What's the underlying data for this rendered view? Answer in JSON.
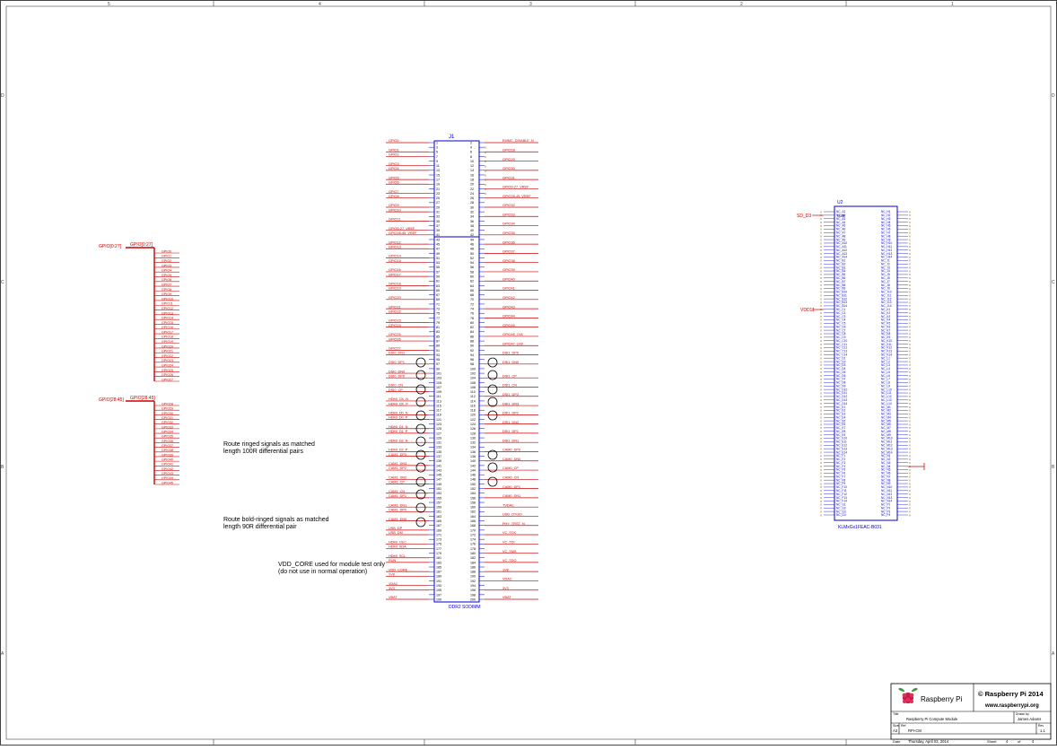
{
  "border": {
    "columns": [
      "5",
      "4",
      "3",
      "2",
      "1"
    ],
    "rows": [
      "D",
      "C",
      "B",
      "A"
    ]
  },
  "notes": {
    "ringed_line1": "Route ringed signals as matched",
    "ringed_line2": "length 100R differential pairs",
    "bold_line1": "Route bold-ringed signals as matched",
    "bold_line2": "length 90R differential pair",
    "vdd_line1": "VDD_CORE used for module test only",
    "vdd_line2": "(do not use in normal operation)"
  },
  "j1": {
    "ref": "J1",
    "part": "DDR2 SODIMM",
    "left_nets": [
      "GPIO0",
      "GPIO1",
      "GPIO2",
      "GPIO3",
      "GPIO4",
      "GPIO5",
      "GPIO6",
      "GPIO7",
      "GPIO8",
      "GPIO9",
      "GPIO10",
      "GPIO11",
      "GPIO0-27_VREF",
      "GPIO28-45_VREF",
      "GPIO12",
      "GPIO13",
      "GPIO14",
      "GPIO15",
      "GPIO16",
      "GPIO17",
      "GPIO18",
      "GPIO19",
      "GPIO20",
      "GPIO21",
      "GPIO22",
      "GPIO23",
      "GPIO24",
      "GPIO25",
      "GPIO26",
      "GPIO27",
      "DSI0_DN1",
      "DSI0_DP1",
      "DSI0_DN0",
      "DSI0_DP0",
      "DSI0_CN",
      "DSI0_CP",
      "HDMI_CK_N",
      "HDMI_CK_P",
      "HDMI_D0_N",
      "HDMI_D0_P",
      "HDMI_D1_N",
      "HDMI_D1_P",
      "HDMI_D2_N",
      "HDMI_D2_P",
      "CAM1_DP3",
      "CAM1_DN3",
      "CAM1_DP2",
      "CAM1_DN2",
      "CAM1_CP",
      "CAM1_CN",
      "CAM1_DP1",
      "CAM1_DN1",
      "CAM1_DP0",
      "CAM1_DN0",
      "USB_DP",
      "USB_DM",
      "HDMI_CEC",
      "HDMI_SDA",
      "HDMI_SCL",
      "RUN",
      "VDD_CORE",
      "1V8",
      "VDAC",
      "3V3",
      "VBAT"
    ],
    "right_nets": [
      "EMMC_DISABLE_N",
      "GPIO28",
      "GPIO29",
      "GPIO30",
      "GPIO31",
      "GPIO0-27_VREF",
      "GPIO28-45_VREF",
      "GPIO32",
      "GPIO33",
      "GPIO34",
      "GPIO35",
      "GPIO36",
      "GPIO37",
      "GPIO38",
      "GPIO39",
      "GPIO40",
      "GPIO41",
      "GPIO42",
      "GPIO43",
      "GPIO44",
      "GPIO45",
      "GPIO46_1V8",
      "GPIO47_1V8",
      "DSI1_DP0",
      "DSI1_DN0",
      "DSI1_CP",
      "DSI1_CN",
      "DSI1_DP3",
      "DSI1_DN3",
      "DSI1_DP2",
      "DSI1_DN2",
      "DSI1_DP1",
      "DSI1_DN1",
      "CAM0_DP0",
      "CAM0_DN0",
      "CAM0_CP",
      "CAM0_CN",
      "CAM0_DP1",
      "CAM0_DN1",
      "TVDAC",
      "USB_OTGID",
      "PHY_TRST_N",
      "VC_TCK",
      "VC_TDI",
      "VC_TMS",
      "VC_TDO",
      "1V8",
      "VDAC",
      "3V3",
      "VBAT"
    ]
  },
  "bus1": {
    "name": "GPIO[0:27]",
    "entry": "GPIO[0:27]",
    "taps": [
      "GPIO0",
      "GPIO1",
      "GPIO2",
      "GPIO3",
      "GPIO4",
      "GPIO5",
      "GPIO6",
      "GPIO7",
      "GPIO8",
      "GPIO9",
      "GPIO10",
      "GPIO11",
      "GPIO12",
      "GPIO13",
      "GPIO14",
      "GPIO15",
      "GPIO16",
      "GPIO17",
      "GPIO18",
      "GPIO19",
      "GPIO20",
      "GPIO21",
      "GPIO22",
      "GPIO23",
      "GPIO24",
      "GPIO25",
      "GPIO26",
      "GPIO27"
    ]
  },
  "bus2": {
    "name": "GPIO[28:45]",
    "entry": "GPIO[28:45]",
    "taps": [
      "GPIO28",
      "GPIO29",
      "GPIO30",
      "GPIO31",
      "GPIO32",
      "GPIO33",
      "GPIO34",
      "GPIO35",
      "GPIO36",
      "GPIO37",
      "GPIO38",
      "GPIO39",
      "GPIO40",
      "GPIO41",
      "GPIO42",
      "GPIO43",
      "GPIO44",
      "GPIO45"
    ]
  },
  "u2": {
    "ref": "U2",
    "part": "KLMxGx1FEAC-B031",
    "sub": "U2B",
    "left_pins": [
      "NC_A1",
      "NC_A2",
      "NC_A3",
      "NC_A4",
      "NC_A5",
      "NC_A6",
      "NC_A7",
      "NC_A8",
      "NC_A9",
      "NC_A10",
      "NC_A11",
      "NC_A12",
      "NC_A13",
      "NC_A14",
      "NC_B1",
      "NC_B2",
      "NC_B3",
      "NC_B4",
      "NC_B5",
      "NC_B6",
      "NC_B7",
      "NC_B8",
      "NC_B9",
      "NC_B10",
      "NC_B11",
      "NC_B12",
      "NC_B13",
      "NC_B14",
      "NC_C1",
      "NC_C2",
      "NC_C3",
      "NC_C4",
      "NC_C5",
      "NC_C6",
      "NC_C7",
      "NC_C8",
      "NC_C9",
      "NC_C10",
      "NC_C11",
      "NC_C12",
      "NC_C13",
      "NC_C14",
      "NC_D1",
      "NC_D2",
      "NC_D3",
      "NC_D4",
      "NC_D5",
      "NC_D6",
      "NC_D7",
      "NC_D8",
      "NC_D9",
      "NC_D10",
      "NC_D11",
      "NC_D12",
      "NC_D13",
      "NC_D14",
      "NC_E1",
      "NC_E2",
      "NC_E3",
      "NC_E4",
      "NC_E5",
      "NC_E6",
      "NC_E7",
      "NC_E8",
      "NC_E9",
      "NC_E10",
      "NC_E11",
      "NC_E12",
      "NC_E13",
      "NC_E14",
      "NC_F1",
      "NC_F2",
      "NC_F3",
      "NC_F4",
      "NC_F5",
      "NC_F6",
      "NC_F7",
      "NC_F8",
      "NC_F9",
      "NC_F10",
      "NC_F11",
      "NC_F12",
      "NC_F13",
      "NC_F14",
      "NC_G1",
      "NC_G2",
      "NC_G3",
      "NC_G4"
    ],
    "right_pins": [
      "NC_H1",
      "NC_H2",
      "NC_H3",
      "NC_H4",
      "NC_H5",
      "NC_H6",
      "NC_H7",
      "NC_H8",
      "NC_H9",
      "NC_H10",
      "NC_H11",
      "NC_H12",
      "NC_H13",
      "NC_H14",
      "NC_J1",
      "NC_J2",
      "NC_J3",
      "NC_J4",
      "NC_J5",
      "NC_J6",
      "NC_J7",
      "NC_J8",
      "NC_J9",
      "NC_J10",
      "NC_J11",
      "NC_J12",
      "NC_J13",
      "NC_J14",
      "NC_K1",
      "NC_K2",
      "NC_K3",
      "NC_K4",
      "NC_K5",
      "NC_K6",
      "NC_K7",
      "NC_K8",
      "NC_K9",
      "NC_K10",
      "NC_K11",
      "NC_K12",
      "NC_K13",
      "NC_K14",
      "NC_L1",
      "NC_L2",
      "NC_L3",
      "NC_L4",
      "NC_L5",
      "NC_L6",
      "NC_L7",
      "NC_L8",
      "NC_L9",
      "NC_L10",
      "NC_L11",
      "NC_L12",
      "NC_L13",
      "NC_L14",
      "NC_M1",
      "NC_M2",
      "NC_M3",
      "NC_M4",
      "NC_M5",
      "NC_M6",
      "NC_M7",
      "NC_M8",
      "NC_M9",
      "NC_M10",
      "NC_M11",
      "NC_M12",
      "NC_M13",
      "NC_M14",
      "NC_N1",
      "NC_N2",
      "NC_N3",
      "NC_N4",
      "NC_N5",
      "NC_N6",
      "NC_N7",
      "NC_N8",
      "NC_N9",
      "NC_N10",
      "NC_N11",
      "NC_N12",
      "NC_N13",
      "NC_N14",
      "NC_P1",
      "NC_P2",
      "NC_P3",
      "NC_P4"
    ],
    "sd_net": "SD_D3",
    "vdd_net": "VDD11"
  },
  "title_block": {
    "logo_text": "Raspberry Pi",
    "copyright": "© Raspberry Pi 2014",
    "url": "www.raspberrypi.org",
    "title_label": "Title",
    "title": "Raspberry Pi Compute Module",
    "drawn_label": "Drawn by",
    "drawn_by": "James Adams",
    "size_label": "Size",
    "size": "A3",
    "ref_label": "Ref",
    "ref": "RPI-CM",
    "rev_label": "Rev",
    "rev": "1.1",
    "date_label": "Date",
    "date": "Thursday, April 03, 2014",
    "sheet_label": "Sheet",
    "sheet": "4",
    "of_label": "of",
    "of": "4"
  },
  "colors": {
    "net": "#cc0000",
    "component": "#0000cc",
    "nc": "#8a5a00",
    "border": "#444444"
  }
}
